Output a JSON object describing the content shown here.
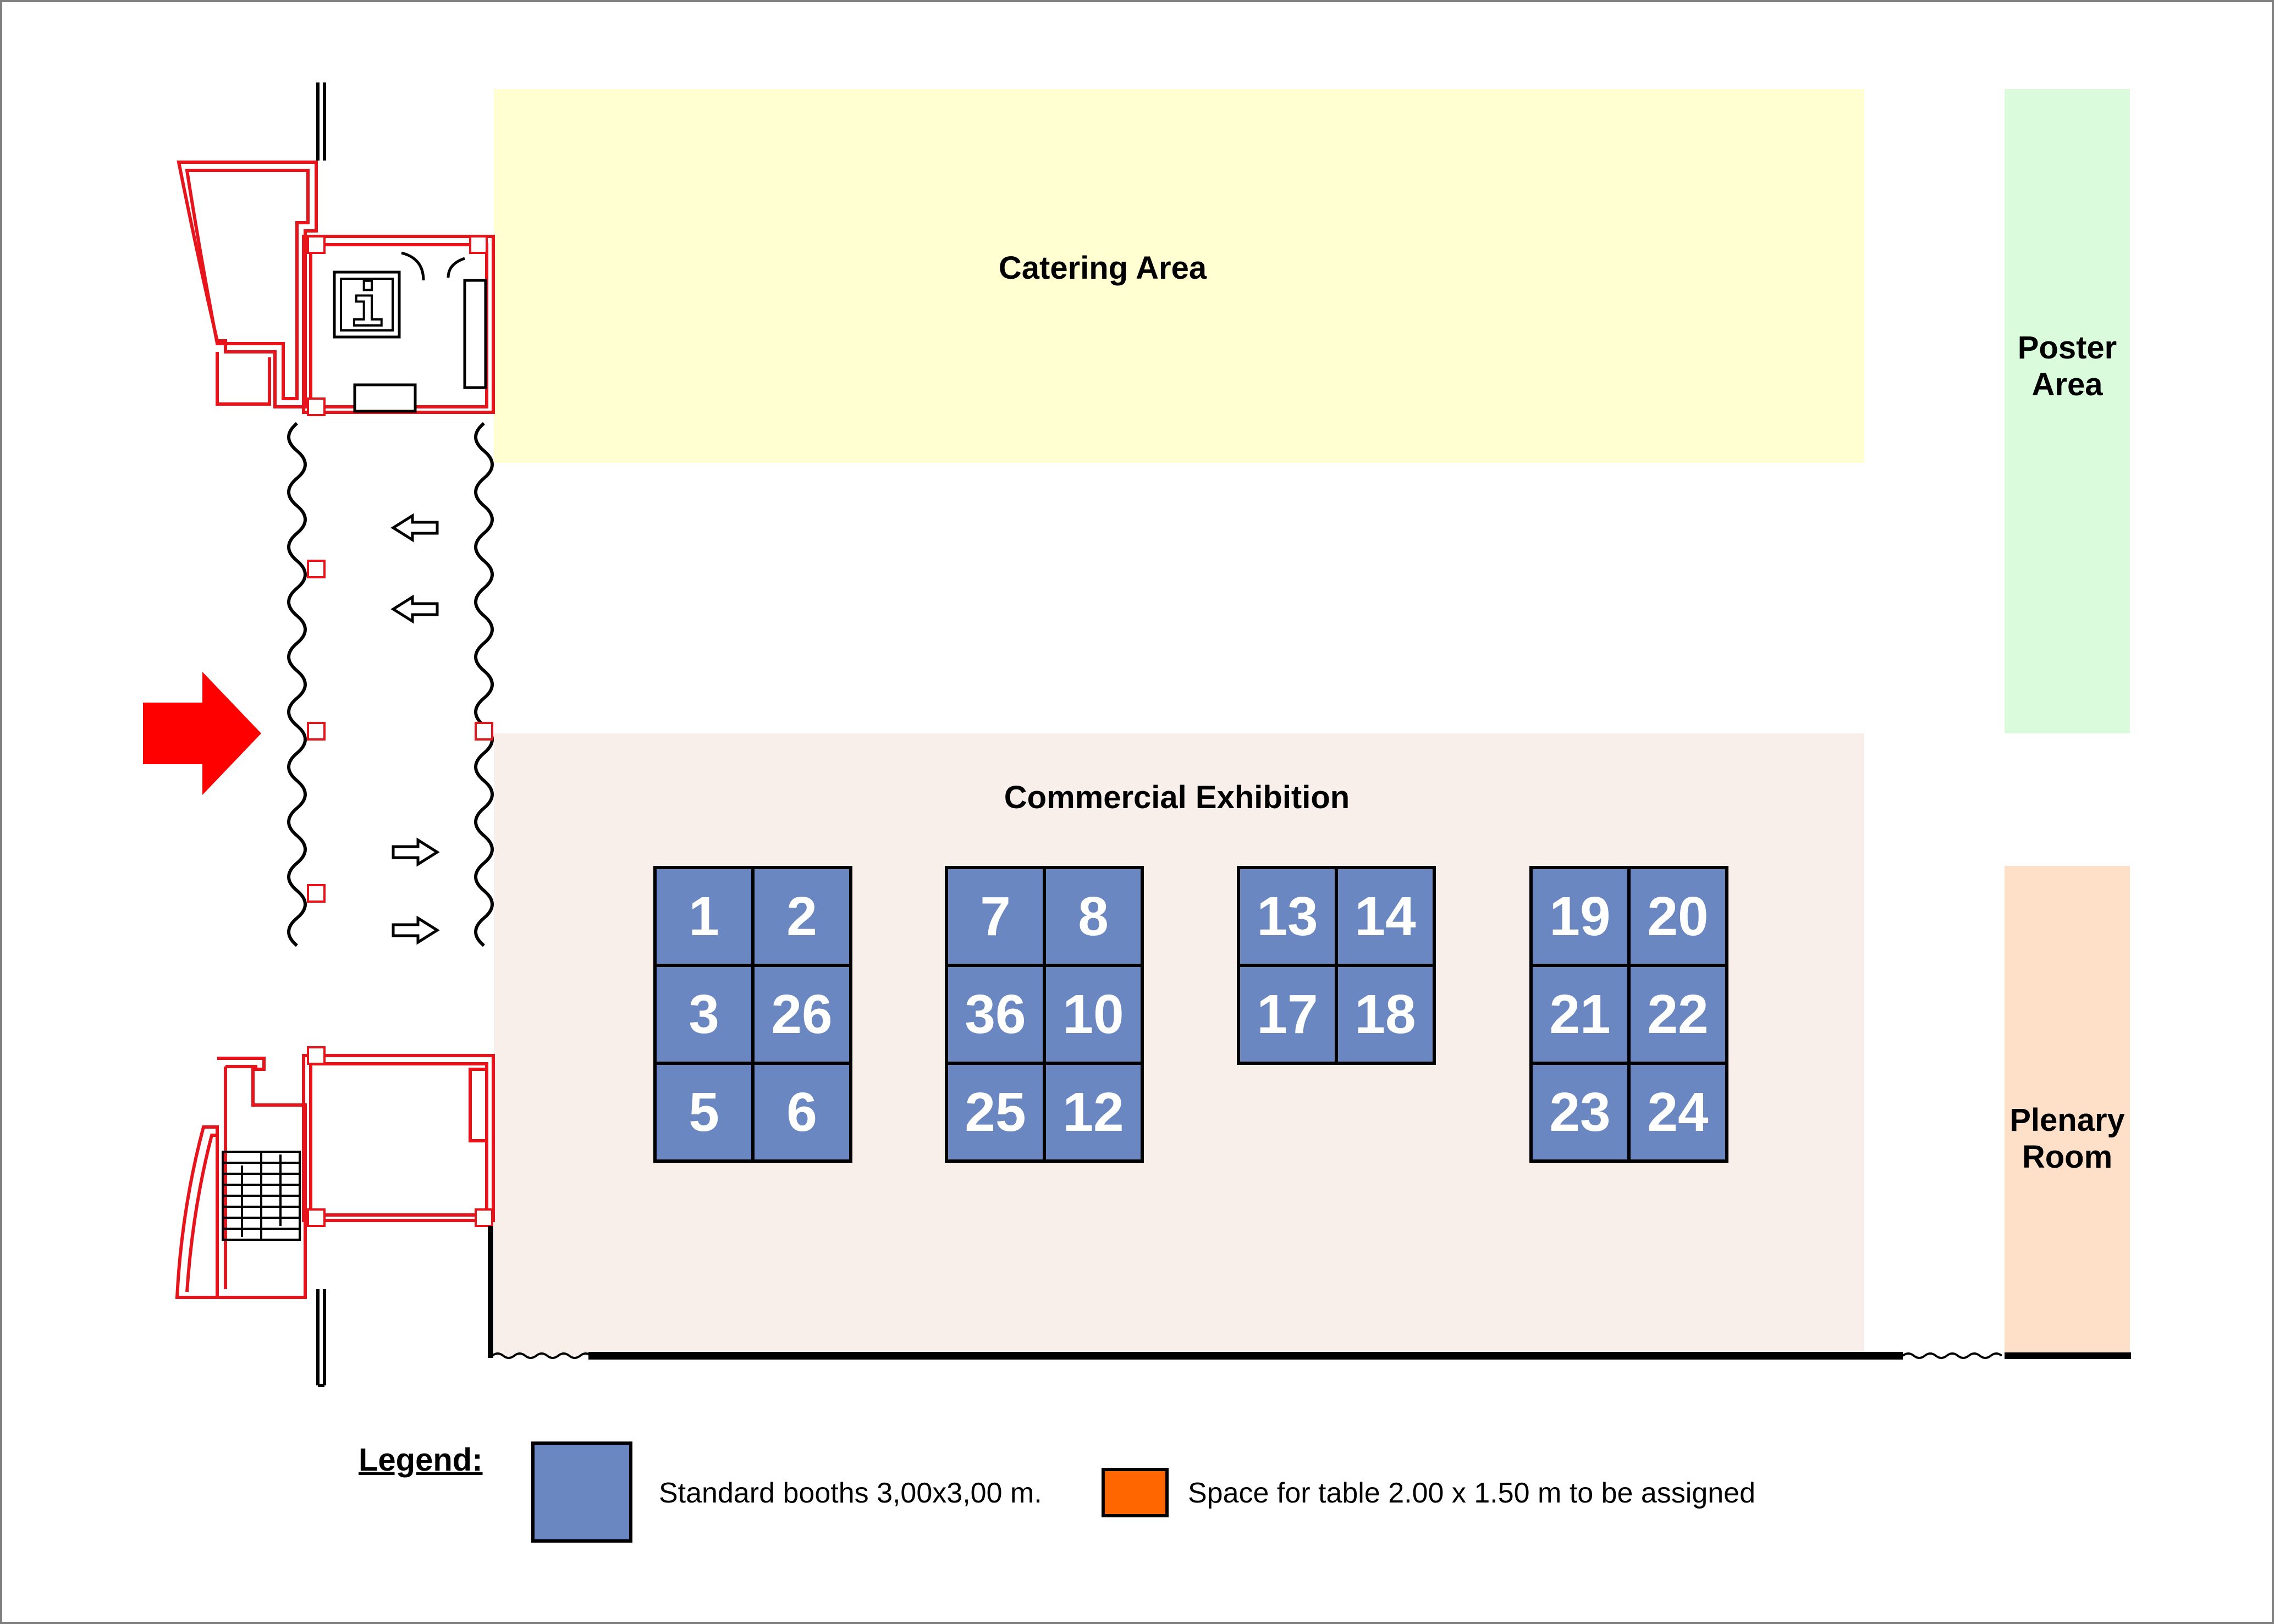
{
  "colors": {
    "catering": "#ffffd2",
    "poster": "#dbfcdc",
    "exhibition": "#f8efea",
    "plenary": "#fee0c8",
    "booth": "#6b87c2",
    "table_space": "#ff6600",
    "building": "#e8141b",
    "entrance_arrow": "#ff0000",
    "outline": "#000000"
  },
  "icons": {
    "info": "info-icon",
    "entrance": "entrance-arrow-icon",
    "direction": "direction-arrow-icon",
    "stairs": "stairs-icon"
  },
  "zones": {
    "catering": "Catering Area",
    "poster_line1": "Poster",
    "poster_line2": "Area",
    "exhibition": "Commercial Exhibition",
    "plenary_line1": "Plenary",
    "plenary_line2": "Room"
  },
  "booth_groups": [
    {
      "booths": [
        "1",
        "2",
        "3",
        "26",
        "5",
        "6"
      ]
    },
    {
      "booths": [
        "7",
        "8",
        "36",
        "10",
        "25",
        "12"
      ]
    },
    {
      "booths": [
        "13",
        "14",
        "17",
        "18"
      ]
    },
    {
      "booths": [
        "19",
        "20",
        "21",
        "22",
        "23",
        "24"
      ]
    }
  ],
  "info_symbol": "i",
  "legend": {
    "title": "Legend:",
    "standard_booths": "Standard booths 3,00x3,00 m.",
    "table_space": "Space for table 2.00 x 1.50 m to be assigned"
  }
}
